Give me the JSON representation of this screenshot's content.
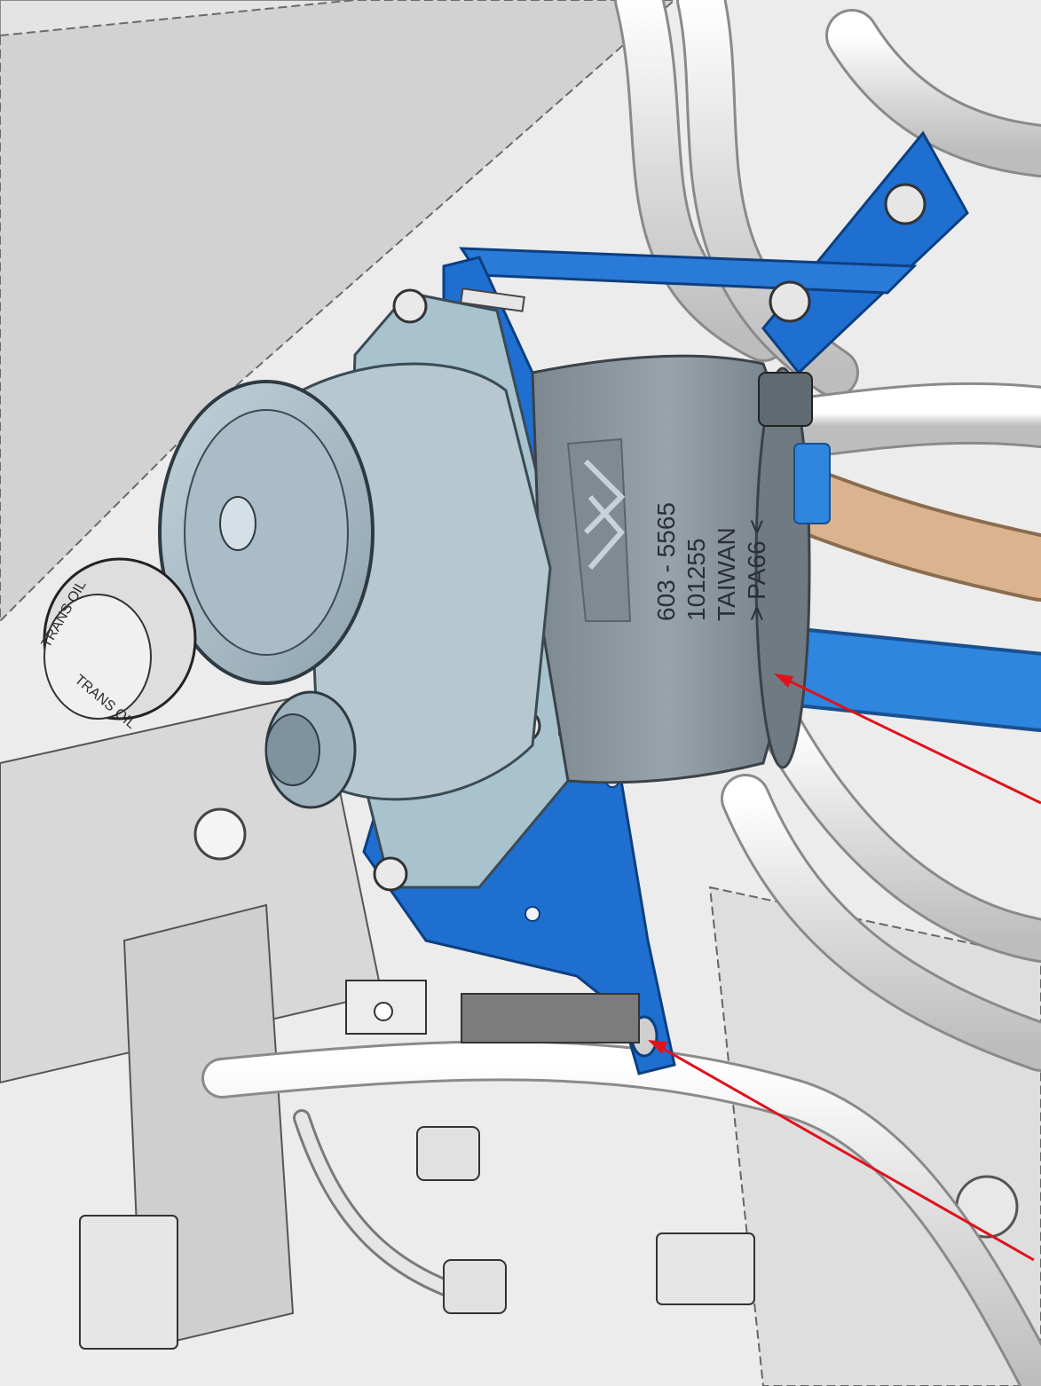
{
  "figure": {
    "reservoir_label": {
      "part_number": "603 - 5565",
      "code": "101255",
      "origin": "TAIWAN",
      "material": "> PA66 <"
    },
    "cap_labels": {
      "trans_oil_left": "TRANS OIL",
      "trans_oil_right": "TRANS OIL"
    },
    "colors": {
      "bracket": "#1e6fd0",
      "bracket_light": "#3d8be6",
      "reservoir": "#8f9aa2",
      "cap": "#9eb3bf",
      "leader": "#e0121b",
      "hose_tan": "#d9b48f",
      "hose_blue": "#2e86de",
      "background": "#f2f2f2"
    },
    "callouts": [
      {
        "target": "reservoir-body"
      },
      {
        "target": "bracket-foot"
      }
    ]
  }
}
